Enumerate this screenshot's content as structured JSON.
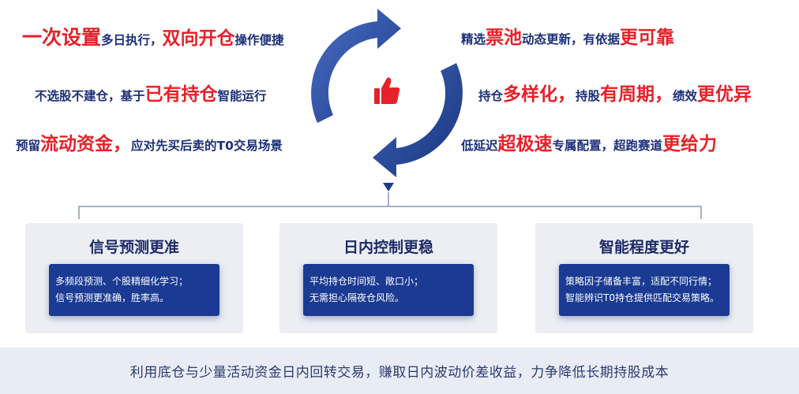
{
  "features_left": [
    {
      "hl": "一次设置",
      "mid": "多日执行，",
      "hl2": "双向开仓",
      "tail": "操作便捷"
    },
    {
      "pre": "不选股不建仓，基于",
      "hl": "已有持仓",
      "tail": "智能运行"
    },
    {
      "pre": "预留",
      "hl": "流动资金，",
      "tail": "应对先买后卖的T0交易场景"
    }
  ],
  "features_right": [
    {
      "pre": "精选",
      "hl": "票池",
      "mid": "动态更新，有依据",
      "hl2": "更可靠"
    },
    {
      "pre": "持仓",
      "hl": "多样化，",
      "mid": "持股",
      "hl2": "有周期，",
      "mid2": "绩效",
      "hl3": "更优异"
    },
    {
      "pre": "低延迟",
      "hl": "超极速",
      "mid": "专属配置，超跑赛道",
      "hl2": "更给力"
    }
  ],
  "cards": [
    {
      "title": "信号预测更准",
      "lines": [
        "多频段预测、个股精细化学习；",
        "信号预测更准确，胜率高。"
      ]
    },
    {
      "title": "日内控制更稳",
      "lines": [
        "平均持仓时间短、敞口小；",
        "无需担心隔夜仓风险。"
      ]
    },
    {
      "title": "智能程度更好",
      "lines": [
        "策略因子储备丰富，适配不同行情；",
        "智能辨识T0持仓提供匹配交易策略。"
      ]
    }
  ],
  "footer_text": "利用底仓与少量活动资金日内回转交易，赚取日内波动价差收益，力争降低长期持股成本",
  "center_icon": "thumbs-up-icon",
  "colors": {
    "navy": "#1b2f78",
    "red": "#e62129",
    "card_bg": "#eceef4",
    "box_blue": "#1a3a93",
    "footer_bg": "#e8ecf5"
  }
}
